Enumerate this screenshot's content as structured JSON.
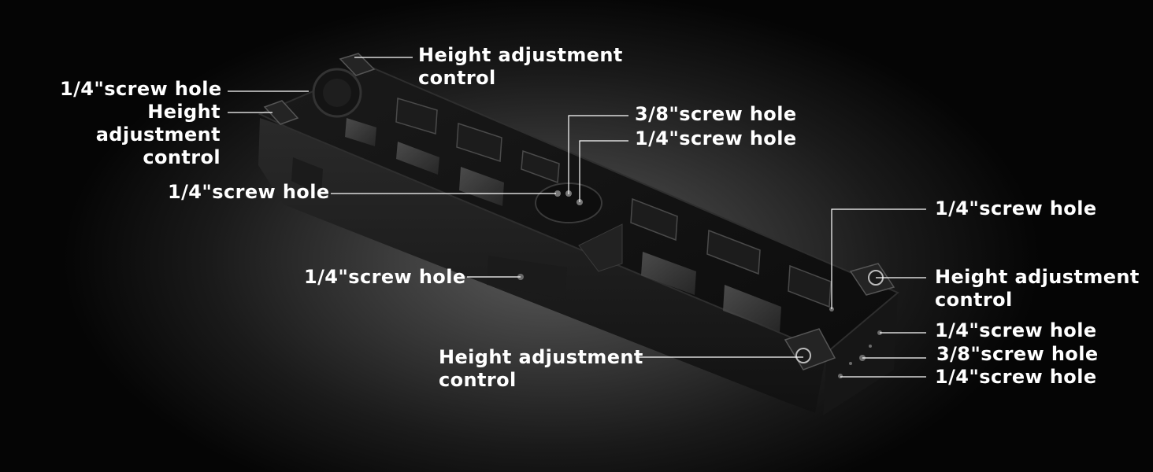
{
  "callouts": [
    {
      "id": "height-adjustment-top",
      "text": "Height adjustment\ncontrol"
    },
    {
      "id": "screw-hole-top-left",
      "text": "1/4\"screw hole"
    },
    {
      "id": "height-adjustment-left",
      "text": "Height adjustment\ncontrol"
    },
    {
      "id": "screw-hole-38-center",
      "text": "3/8\"screw hole"
    },
    {
      "id": "screw-hole-14-center-right",
      "text": "1/4\"screw hole"
    },
    {
      "id": "screw-hole-14-center-left",
      "text": "1/4\"screw hole"
    },
    {
      "id": "screw-hole-right-top",
      "text": "1/4\"screw hole"
    },
    {
      "id": "screw-hole-bottom-mid",
      "text": "1/4\"screw hole"
    },
    {
      "id": "height-adjustment-right",
      "text": "Height adjustment\ncontrol"
    },
    {
      "id": "screw-hole-end-1",
      "text": "1/4\"screw hole"
    },
    {
      "id": "screw-hole-end-38",
      "text": "3/8\"screw hole"
    },
    {
      "id": "height-adjustment-bottom",
      "text": "Height adjustment\ncontrol"
    },
    {
      "id": "screw-hole-end-2",
      "text": "1/4\"screw hole"
    }
  ]
}
